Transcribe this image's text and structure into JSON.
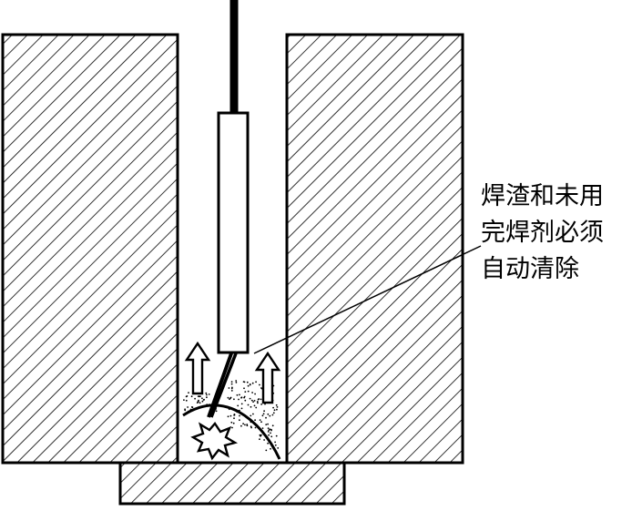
{
  "annotation": {
    "lines": [
      "焊渣和未用",
      "完焊剂必须",
      "自动清除"
    ]
  },
  "colors": {
    "ink": "#000000",
    "paper": "#ffffff"
  },
  "icons": {
    "up_arrow": "up-arrow-icon",
    "spark": "arc-spark-icon"
  }
}
